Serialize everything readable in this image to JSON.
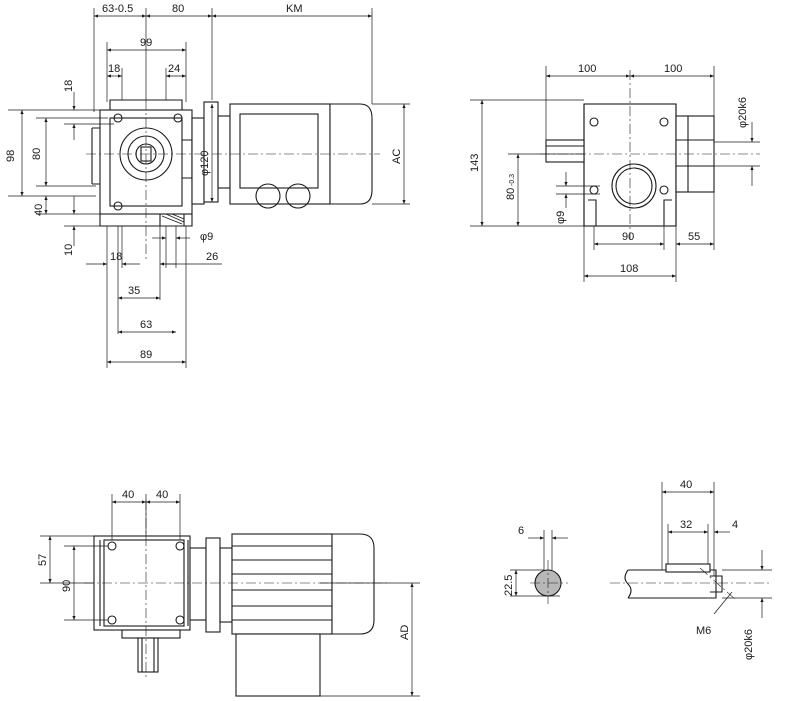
{
  "dimensions": {
    "top_left": {
      "d_63": "63-0.5",
      "d_80": "80",
      "d_km": "KM",
      "d_99": "99",
      "d_18_top": "18",
      "d_24": "24",
      "d_18_side": "18",
      "d_98": "98",
      "d_80_side": "80",
      "d_40": "40",
      "d_10": "10",
      "d_phi120": "φ120",
      "d_ac": "AC",
      "d_phi9": "φ9",
      "d_18_bottom": "18",
      "d_26": "26",
      "d_35": "35",
      "d_63_bottom": "63",
      "d_89": "89"
    },
    "top_right": {
      "d_100_left": "100",
      "d_100_right": "100",
      "d_phi20k6": "φ20k6",
      "d_143": "143",
      "d_80_tol": "80",
      "d_80_tol_sub": "-0.3",
      "d_phi9": "φ9",
      "d_90": "90",
      "d_55": "55",
      "d_108": "108"
    },
    "bottom_left": {
      "d_40_a": "40",
      "d_40_b": "40",
      "d_57": "57",
      "d_90": "90",
      "d_ad": "AD"
    },
    "shaft_section": {
      "d_6": "6",
      "d_22_5": "22.5"
    },
    "shaft_detail": {
      "d_40": "40",
      "d_32": "32",
      "d_4": "4",
      "d_m6": "M6",
      "d_phi20k6": "φ20k6"
    }
  }
}
